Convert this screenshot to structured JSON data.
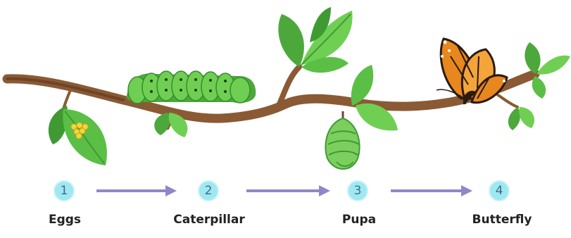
{
  "stages": [
    {
      "number": "1",
      "label": "Eggs"
    },
    {
      "number": "2",
      "label": "Caterpillar"
    },
    {
      "number": "3",
      "label": "Pupa"
    },
    {
      "number": "4",
      "label": "Butterfly"
    }
  ],
  "colors": {
    "branch": "#8a5a34",
    "leaf": "#5bbf46",
    "leaf_dark": "#3f9a34",
    "circle": "#9fe8f2",
    "arrow": "#8f87c9",
    "egg": "#f4d63b",
    "wing_orange": "#e8871e"
  }
}
